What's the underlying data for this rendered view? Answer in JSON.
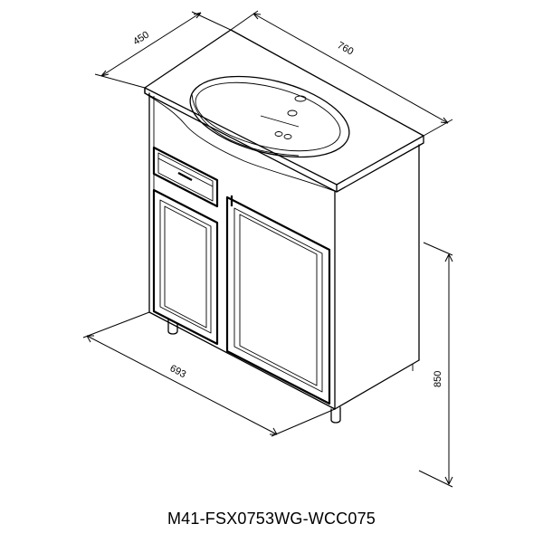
{
  "dimensions": {
    "depth": "450",
    "width_top": "760",
    "width_bottom": "693",
    "height": "850"
  },
  "model": "M41-FSX0753WG-WCC075"
}
